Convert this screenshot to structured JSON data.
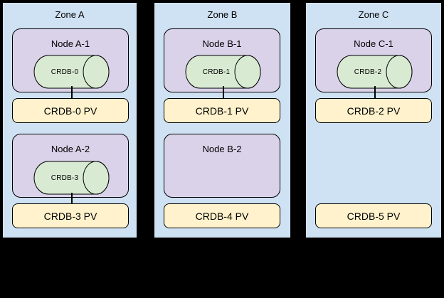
{
  "diagram": {
    "colors": {
      "background": "#000000",
      "zone_fill": "#cfe2f3",
      "node_fill": "#d9d2e9",
      "cylinder_fill": "#d9ead3",
      "pv_fill": "#fff2cc",
      "border": "#000000",
      "text": "#000000"
    },
    "zones": [
      {
        "title": "Zone A",
        "nodes": [
          {
            "title": "Node A-1",
            "db": "CRDB-0"
          },
          {
            "title": "Node A-2",
            "db": "CRDB-3"
          }
        ],
        "pvs": [
          "CRDB-0 PV",
          "CRDB-3 PV"
        ]
      },
      {
        "title": "Zone B",
        "nodes": [
          {
            "title": "Node B-1",
            "db": "CRDB-1"
          },
          {
            "title": "Node B-2",
            "db": null
          }
        ],
        "pvs": [
          "CRDB-1 PV",
          "CRDB-4 PV"
        ]
      },
      {
        "title": "Zone C",
        "nodes": [
          {
            "title": "Node C-1",
            "db": "CRDB-2"
          }
        ],
        "pvs": [
          "CRDB-2 PV",
          "CRDB-5 PV"
        ]
      }
    ]
  }
}
